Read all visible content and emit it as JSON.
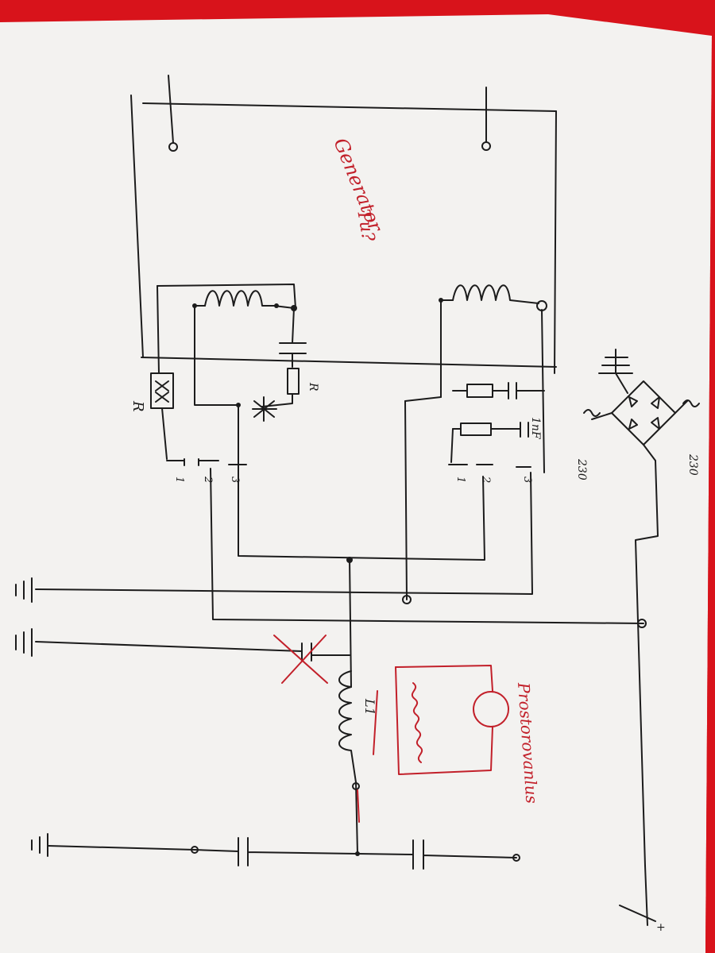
{
  "colors": {
    "background": "#d8131b",
    "paper": "#f3f2f0",
    "ink": "#1c1c1c",
    "red_ink": "#c2202a"
  },
  "labels": {
    "generator_title": "Generator",
    "generator_note": "Tu?",
    "resistor_left": "R",
    "resistor_mid": "R",
    "capacitor_label": "1nF",
    "pin_1": "1",
    "pin_2": "2",
    "pin_3": "3",
    "pin_r1": "1",
    "pin_r2": "2",
    "pin_r3": "3",
    "mains_top": "230",
    "mains_bottom": "230",
    "coil_label": "L1",
    "lamp_label": "Prostorovanlus",
    "terminal_plus": "+"
  }
}
